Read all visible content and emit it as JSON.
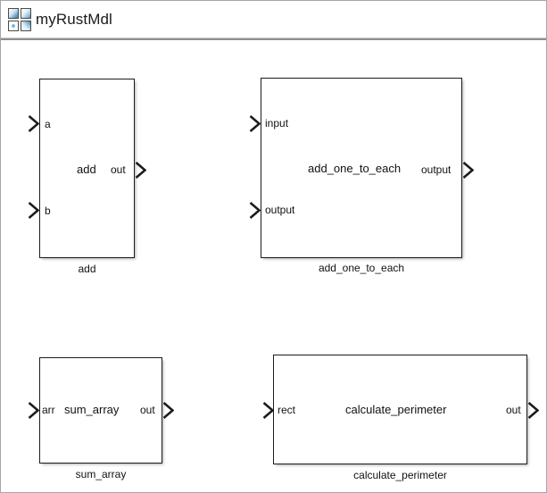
{
  "window": {
    "title": "myRustMdl",
    "icon": "model-grid-icon"
  },
  "canvas": {
    "blocks": [
      {
        "id": "add",
        "name": "add",
        "caption": "add",
        "inner_label": "add",
        "inputs": [
          {
            "label": "a"
          },
          {
            "label": "b"
          }
        ],
        "outputs": [
          {
            "label": "out"
          }
        ]
      },
      {
        "id": "add_one_to_each",
        "name": "add_one_to_each",
        "caption": "add_one_to_each",
        "inner_label": "add_one_to_each",
        "inputs": [
          {
            "label": "input"
          },
          {
            "label": "output"
          }
        ],
        "outputs": [
          {
            "label": "output"
          }
        ]
      },
      {
        "id": "sum_array",
        "name": "sum_array",
        "caption": "sum_array",
        "inner_label": "sum_array",
        "inputs": [
          {
            "label": "arr"
          }
        ],
        "outputs": [
          {
            "label": "out"
          }
        ]
      },
      {
        "id": "calculate_perimeter",
        "name": "calculate_perimeter",
        "caption": "calculate_perimeter",
        "inner_label": "calculate_perimeter",
        "inputs": [
          {
            "label": "rect"
          }
        ],
        "outputs": [
          {
            "label": "out"
          }
        ]
      }
    ]
  },
  "colors": {
    "background": "#ffffff",
    "block_border": "#1c1c1c",
    "text": "#111111",
    "window_border": "#a6a6a6",
    "header_separator": "#8e8e92"
  }
}
